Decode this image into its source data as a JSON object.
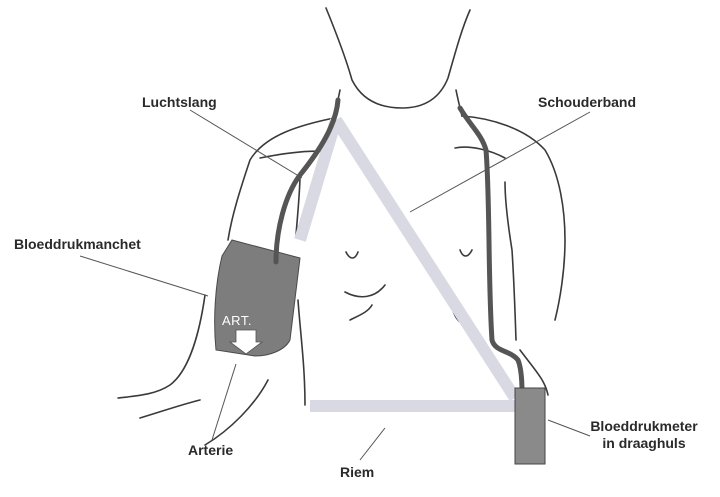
{
  "labels": {
    "luchtslang": "Luchtslang",
    "schouderband": "Schouderband",
    "bloeddrukmanchet": "Bloeddrukmanchet",
    "arterie": "Arterie",
    "riem": "Riem",
    "bloeddrukmeter_line1": "Bloeddrukmeter",
    "bloeddrukmeter_line2": "in draaghuls",
    "art_marker": "ART."
  },
  "colors": {
    "outline": "#3a3a3a",
    "strap": "#d9d9e3",
    "cuff": "#7d7d7d",
    "device": "#8a8a8a",
    "hose": "#555555",
    "leader": "#555555"
  }
}
